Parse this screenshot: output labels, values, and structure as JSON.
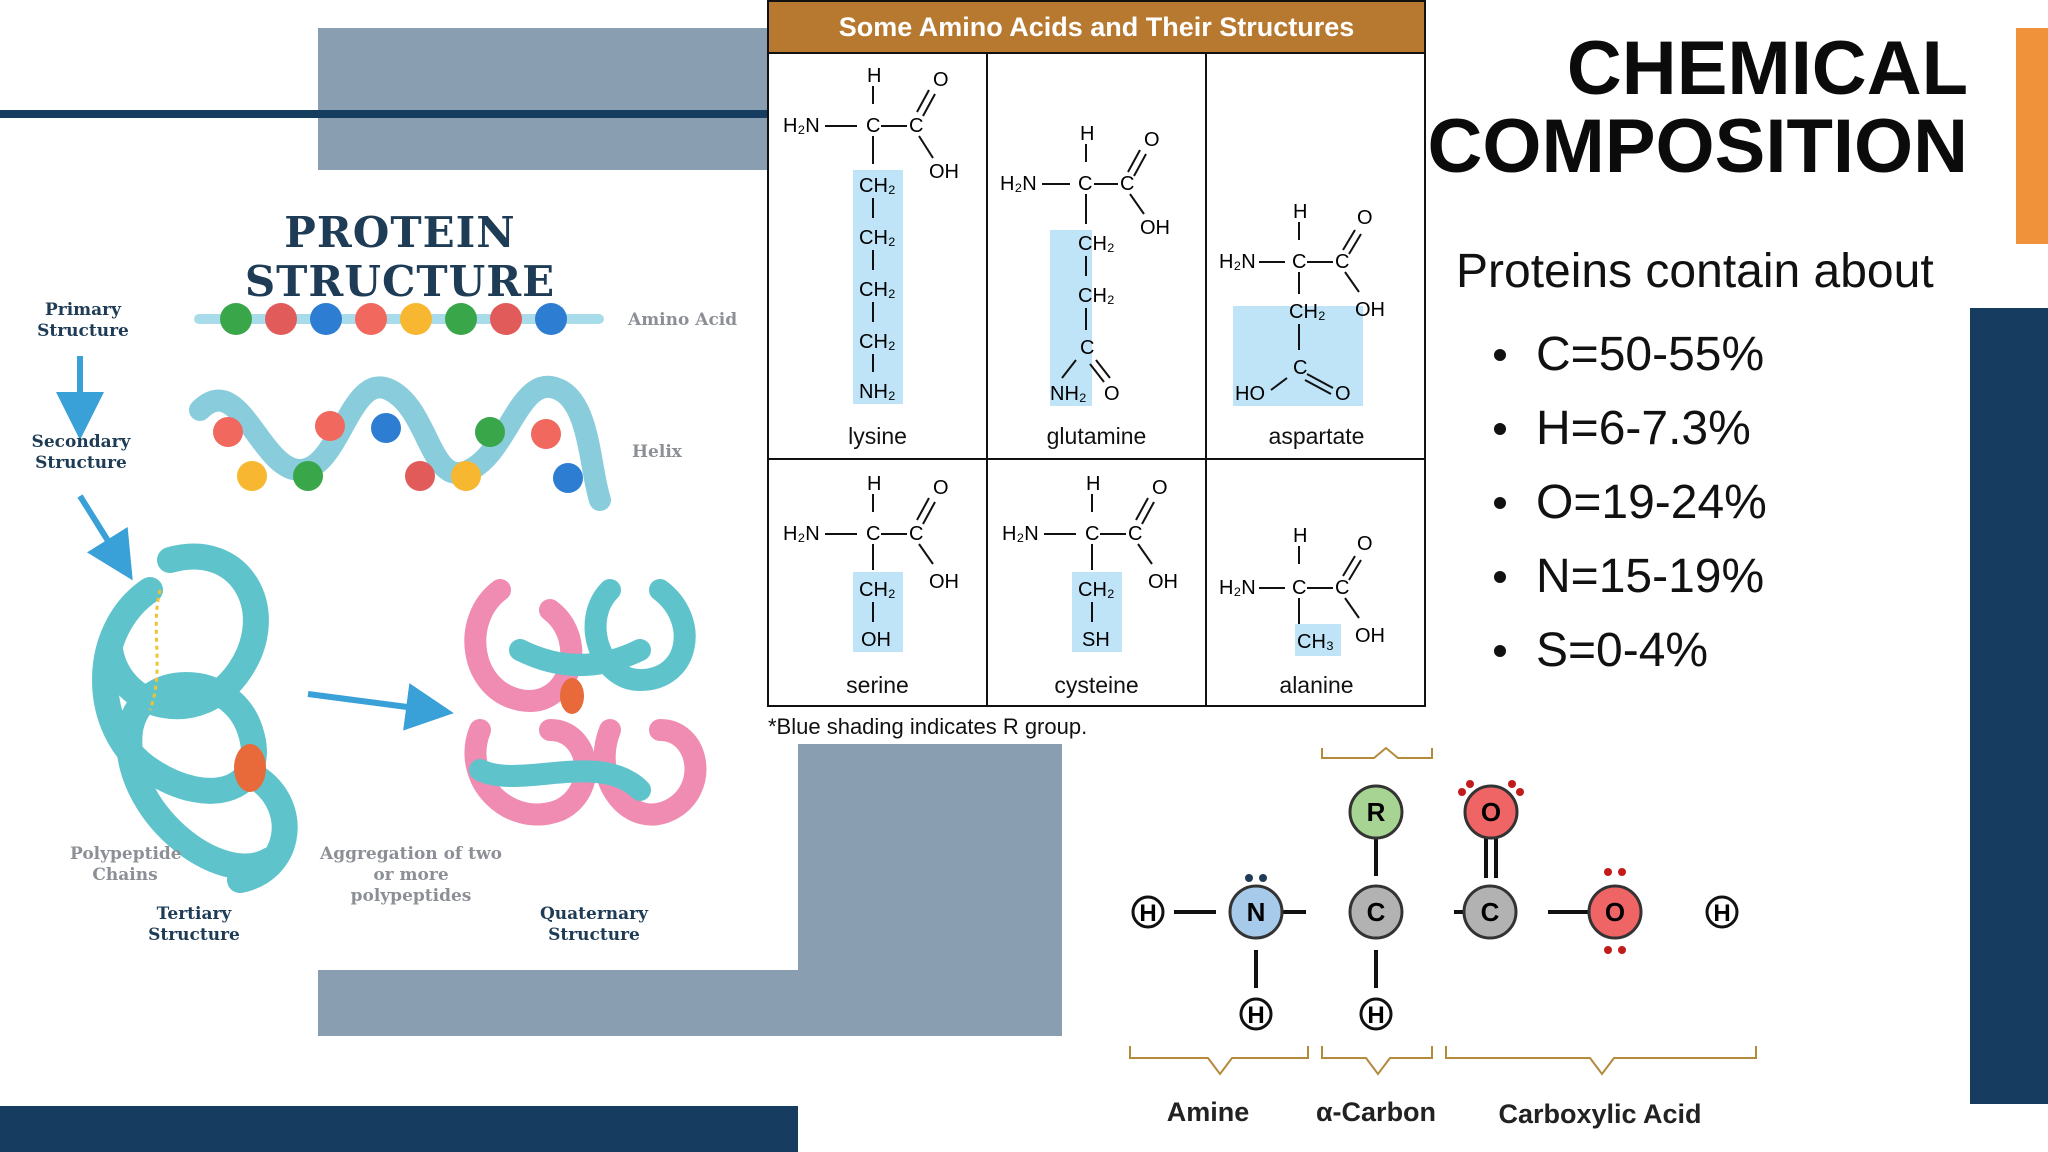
{
  "slide": {
    "title_line1": "CHEMICAL",
    "title_line2": "COMPOSITION",
    "intro": "Proteins contain about",
    "elements": [
      "C=50-55%",
      "H=6-7.3%",
      "O=19-24%",
      "N=15-19%",
      "S=0-4%"
    ]
  },
  "protein_structure": {
    "title": "PROTEIN STRUCTURE",
    "primary": [
      "Primary",
      "Structure"
    ],
    "secondary": [
      "Secondary",
      "Structure"
    ],
    "tertiary": [
      "Tertiary",
      "Structure"
    ],
    "quaternary": [
      "Quaternary",
      "Structure"
    ],
    "amino_acid": "Amino Acid",
    "helix": "Helix",
    "polypeptide": [
      "Polypeptide",
      "Chains"
    ],
    "aggregation": [
      "Aggregation of two",
      "or more polypeptides"
    ],
    "bead_colors": [
      "#3aa64a",
      "#e25b5b",
      "#2d7dd2",
      "#f1685e",
      "#f7b731",
      "#3aa64a",
      "#e25b5b",
      "#2d7dd2"
    ]
  },
  "amino_table": {
    "header": "Some Amino Acids and Their Structures",
    "names": [
      "lysine",
      "glutamine",
      "aspartate",
      "serine",
      "cysteine",
      "alanine"
    ],
    "note": "*Blue shading indicates R group."
  },
  "amino_diagram": {
    "atoms": {
      "H": "H",
      "N": "N",
      "C": "C",
      "O": "O",
      "R": "R"
    },
    "groups": [
      "Amine",
      "α-Carbon",
      "Carboxylic Acid"
    ]
  },
  "colors": {
    "navy": "#163c5f",
    "slate": "#8a9eb1",
    "orange": "#f0923a",
    "header_brown": "#b7782f",
    "r_shading": "#bfe4f7"
  }
}
